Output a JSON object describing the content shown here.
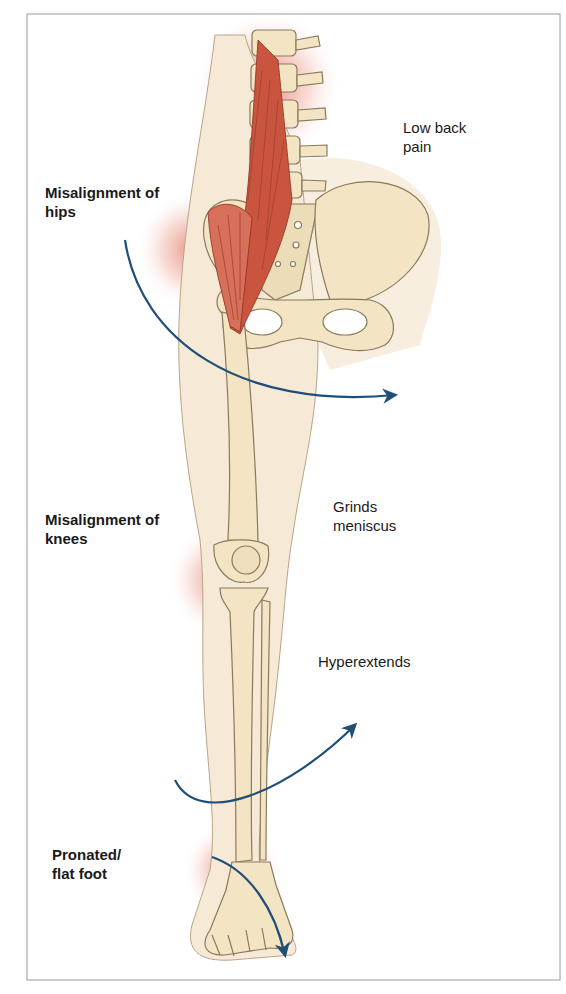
{
  "diagram": {
    "labels": [
      "Low back pain",
      "Misalignment of hips",
      "Grinds meniscus",
      "Misalignment of knees",
      "Hyperextends",
      "Pronated/ flat foot"
    ]
  }
}
